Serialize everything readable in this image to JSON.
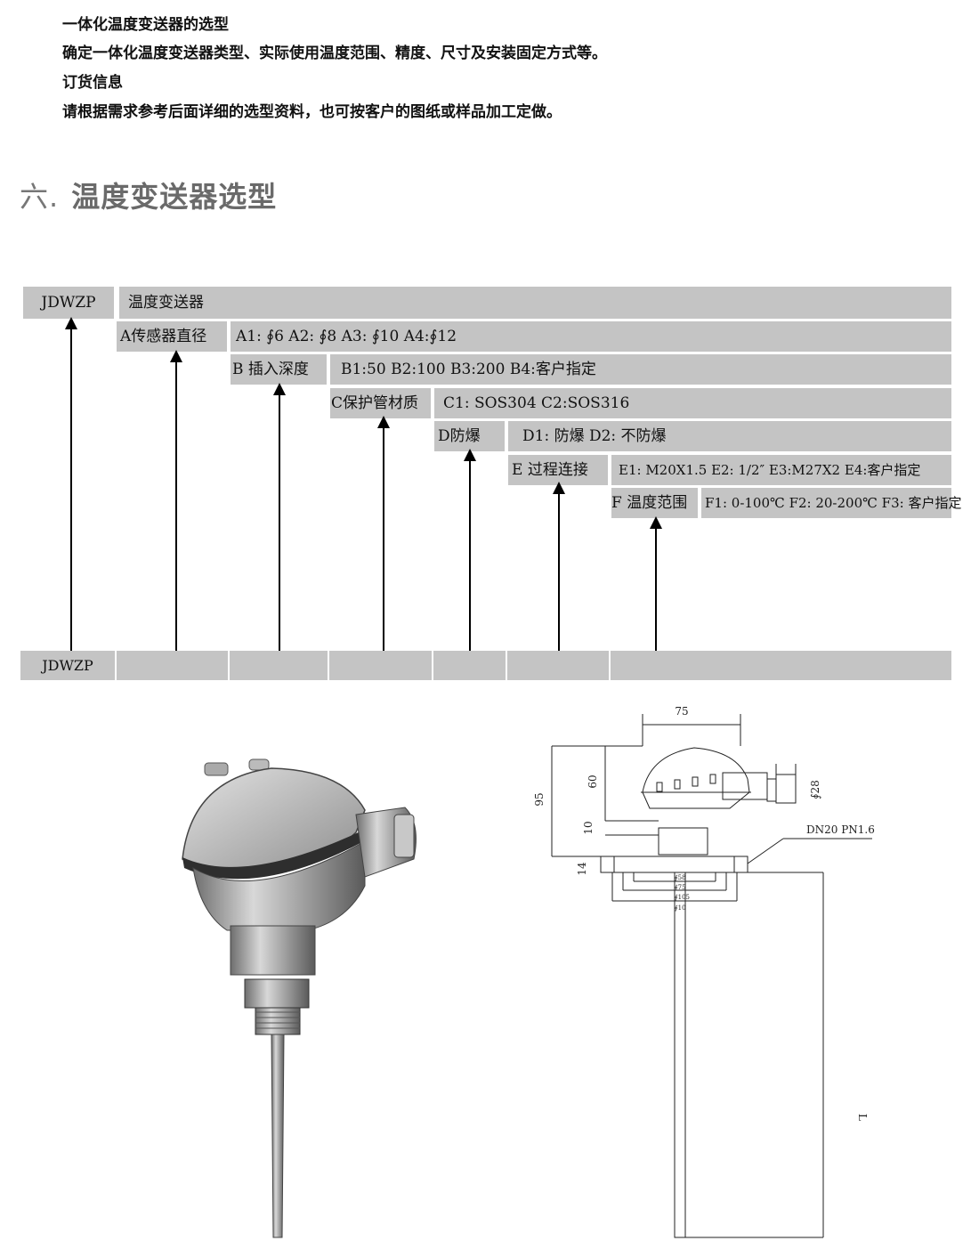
{
  "intro": {
    "line1": "一体化温度变送器的选型",
    "line2": "确定一体化温度变送器类型、实际使用温度范围、精度、尺寸及安装固定方式等。",
    "line3": "订货信息",
    "line4": "请根据需求参考后面详细的选型资料，也可按客户的图纸或样品加工定做。"
  },
  "section": {
    "number": "六.",
    "title": "温度变送器选型"
  },
  "table": {
    "model_code": "JDWZP",
    "model_desc": "温度变送器",
    "a_label": "A传感器直径",
    "a_options": "A1: ∮6  A2: ∮8  A3: ∮10  A4:∮12",
    "b_label": "B 插入深度",
    "b_options": "B1:50  B2:100  B3:200  B4:客户指定",
    "c_label": "C保护管材质",
    "c_options": "C1: SOS304   C2:SOS316",
    "d_label": "D防爆",
    "d_options": "D1: 防爆     D2: 不防爆",
    "e_label": "E 过程连接",
    "e_options": "E1: M20X1.5  E2: 1/2″  E3:M27X2  E4:客户指定",
    "f_label": "F 温度范围",
    "f_options": "F1: 0-100℃  F2: 20-200℃  F3: 客户指定",
    "bottom_code": "JDWZP"
  },
  "drawing": {
    "dim_75": "75",
    "dim_95": "95",
    "dim_60": "60",
    "dim_10": "10",
    "dim_14": "14",
    "dim_28": "∮28",
    "flange": "DN20 PN1.6",
    "d58": "∮58",
    "d75": "∮75",
    "d105": "∮105",
    "d10": "∮10",
    "length": "L"
  }
}
